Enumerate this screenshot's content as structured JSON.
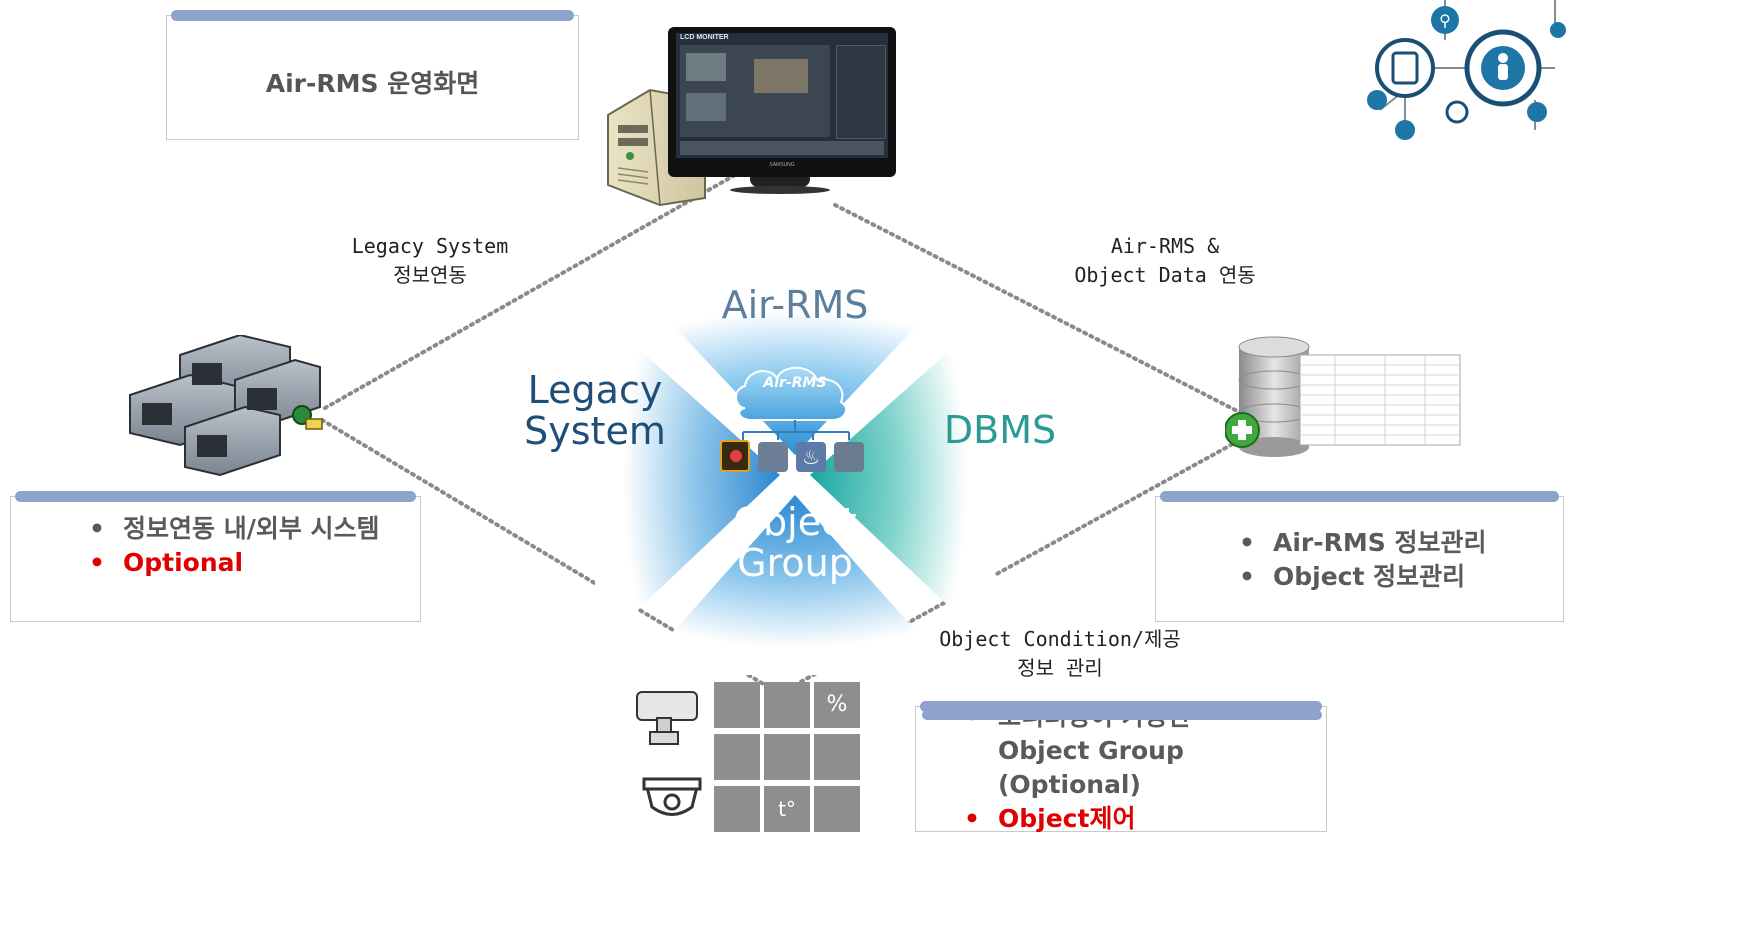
{
  "boxes": {
    "top": {
      "title": "Air-RMS 운영화면"
    },
    "left": {
      "items": [
        "정보연동 내/외부 시스템",
        "Optional"
      ]
    },
    "right": {
      "items": [
        "Air-RMS 정보관리",
        "Object 정보관리"
      ]
    },
    "bottom": {
      "items": [
        "모니터링이 가능한 Object Group (Optional)",
        "Object제어 (Optional)"
      ]
    }
  },
  "connectors": {
    "left_top": "Legacy System\n정보연동",
    "right_top": "Air-RMS &\nObject Data 연동",
    "right_bottom": "Object Condition/제공\n정보 관리"
  },
  "center": {
    "top": "Air-RMS",
    "left": "Legacy\nSystem",
    "right": "DBMS",
    "bottom": "Object\nGroup",
    "cloud_label": "Air-RMS"
  },
  "monitor": {
    "title": "LCD MONITER",
    "brand": "SAMSUNG"
  },
  "colors": {
    "bar": "#8ea3cc",
    "center_blue": "#6fb5e3",
    "center_teal": "#3fb8b0",
    "legacy_text": "#1f4e79",
    "dbms_text": "#2a9a95",
    "red": "#e00000"
  }
}
